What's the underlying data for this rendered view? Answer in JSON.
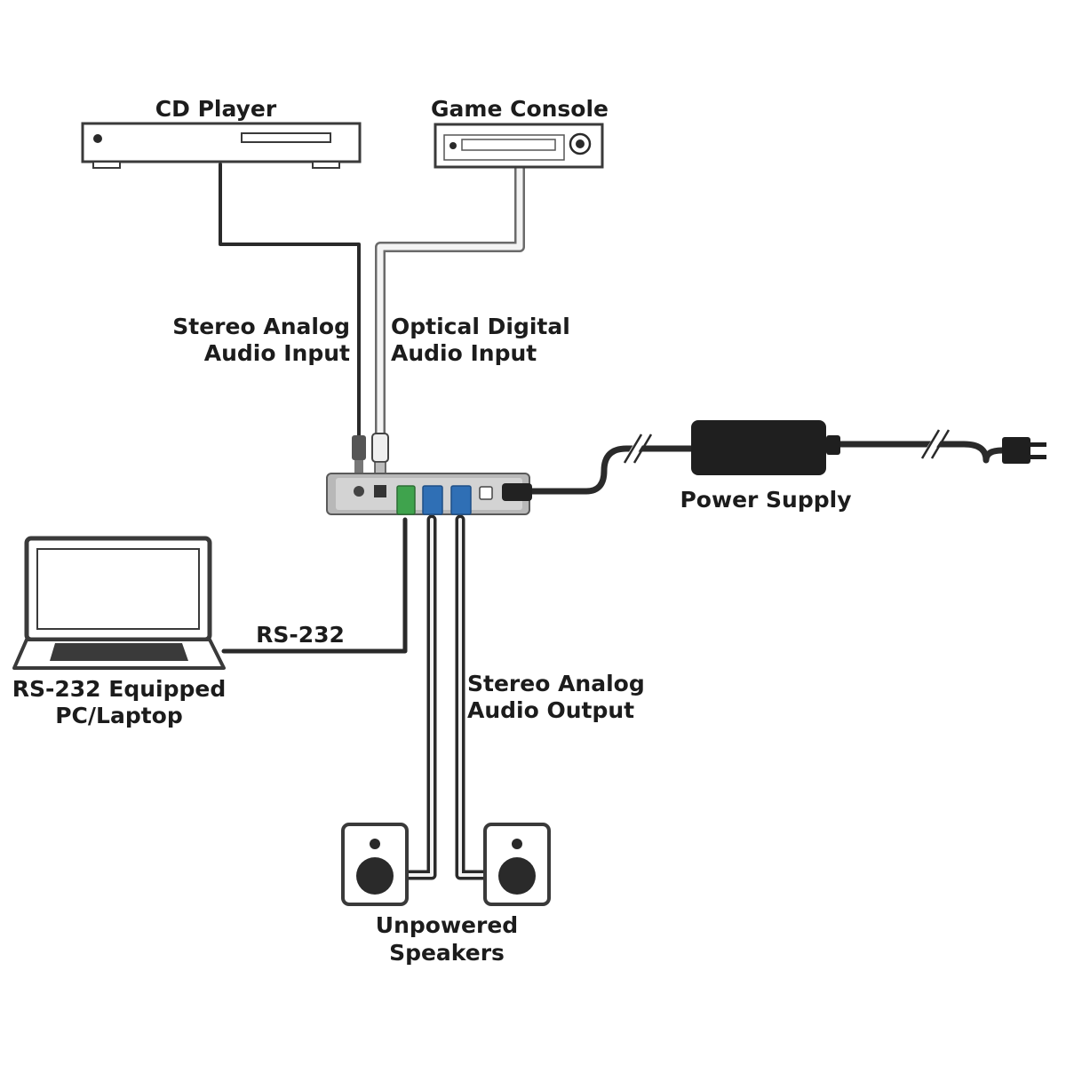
{
  "labels": {
    "cd_player": "CD Player",
    "game_console": "Game Console",
    "stereo_in_line1": "Stereo Analog",
    "stereo_in_line2": "Audio Input",
    "optical_in_line1": "Optical Digital",
    "optical_in_line2": "Audio Input",
    "power_supply": "Power Supply",
    "rs232": "RS-232",
    "pc_line1": "RS-232 Equipped",
    "pc_line2": "PC/Laptop",
    "stereo_out_line1": "Stereo Analog",
    "stereo_out_line2": "Audio Output",
    "speakers_line1": "Unpowered",
    "speakers_line2": "Speakers"
  },
  "colors": {
    "cable_dark": "#2a2a2a",
    "device_outline": "#3a3a3a",
    "rs232_port": "#3fa34d",
    "speaker_port": "#2f6fb5"
  }
}
